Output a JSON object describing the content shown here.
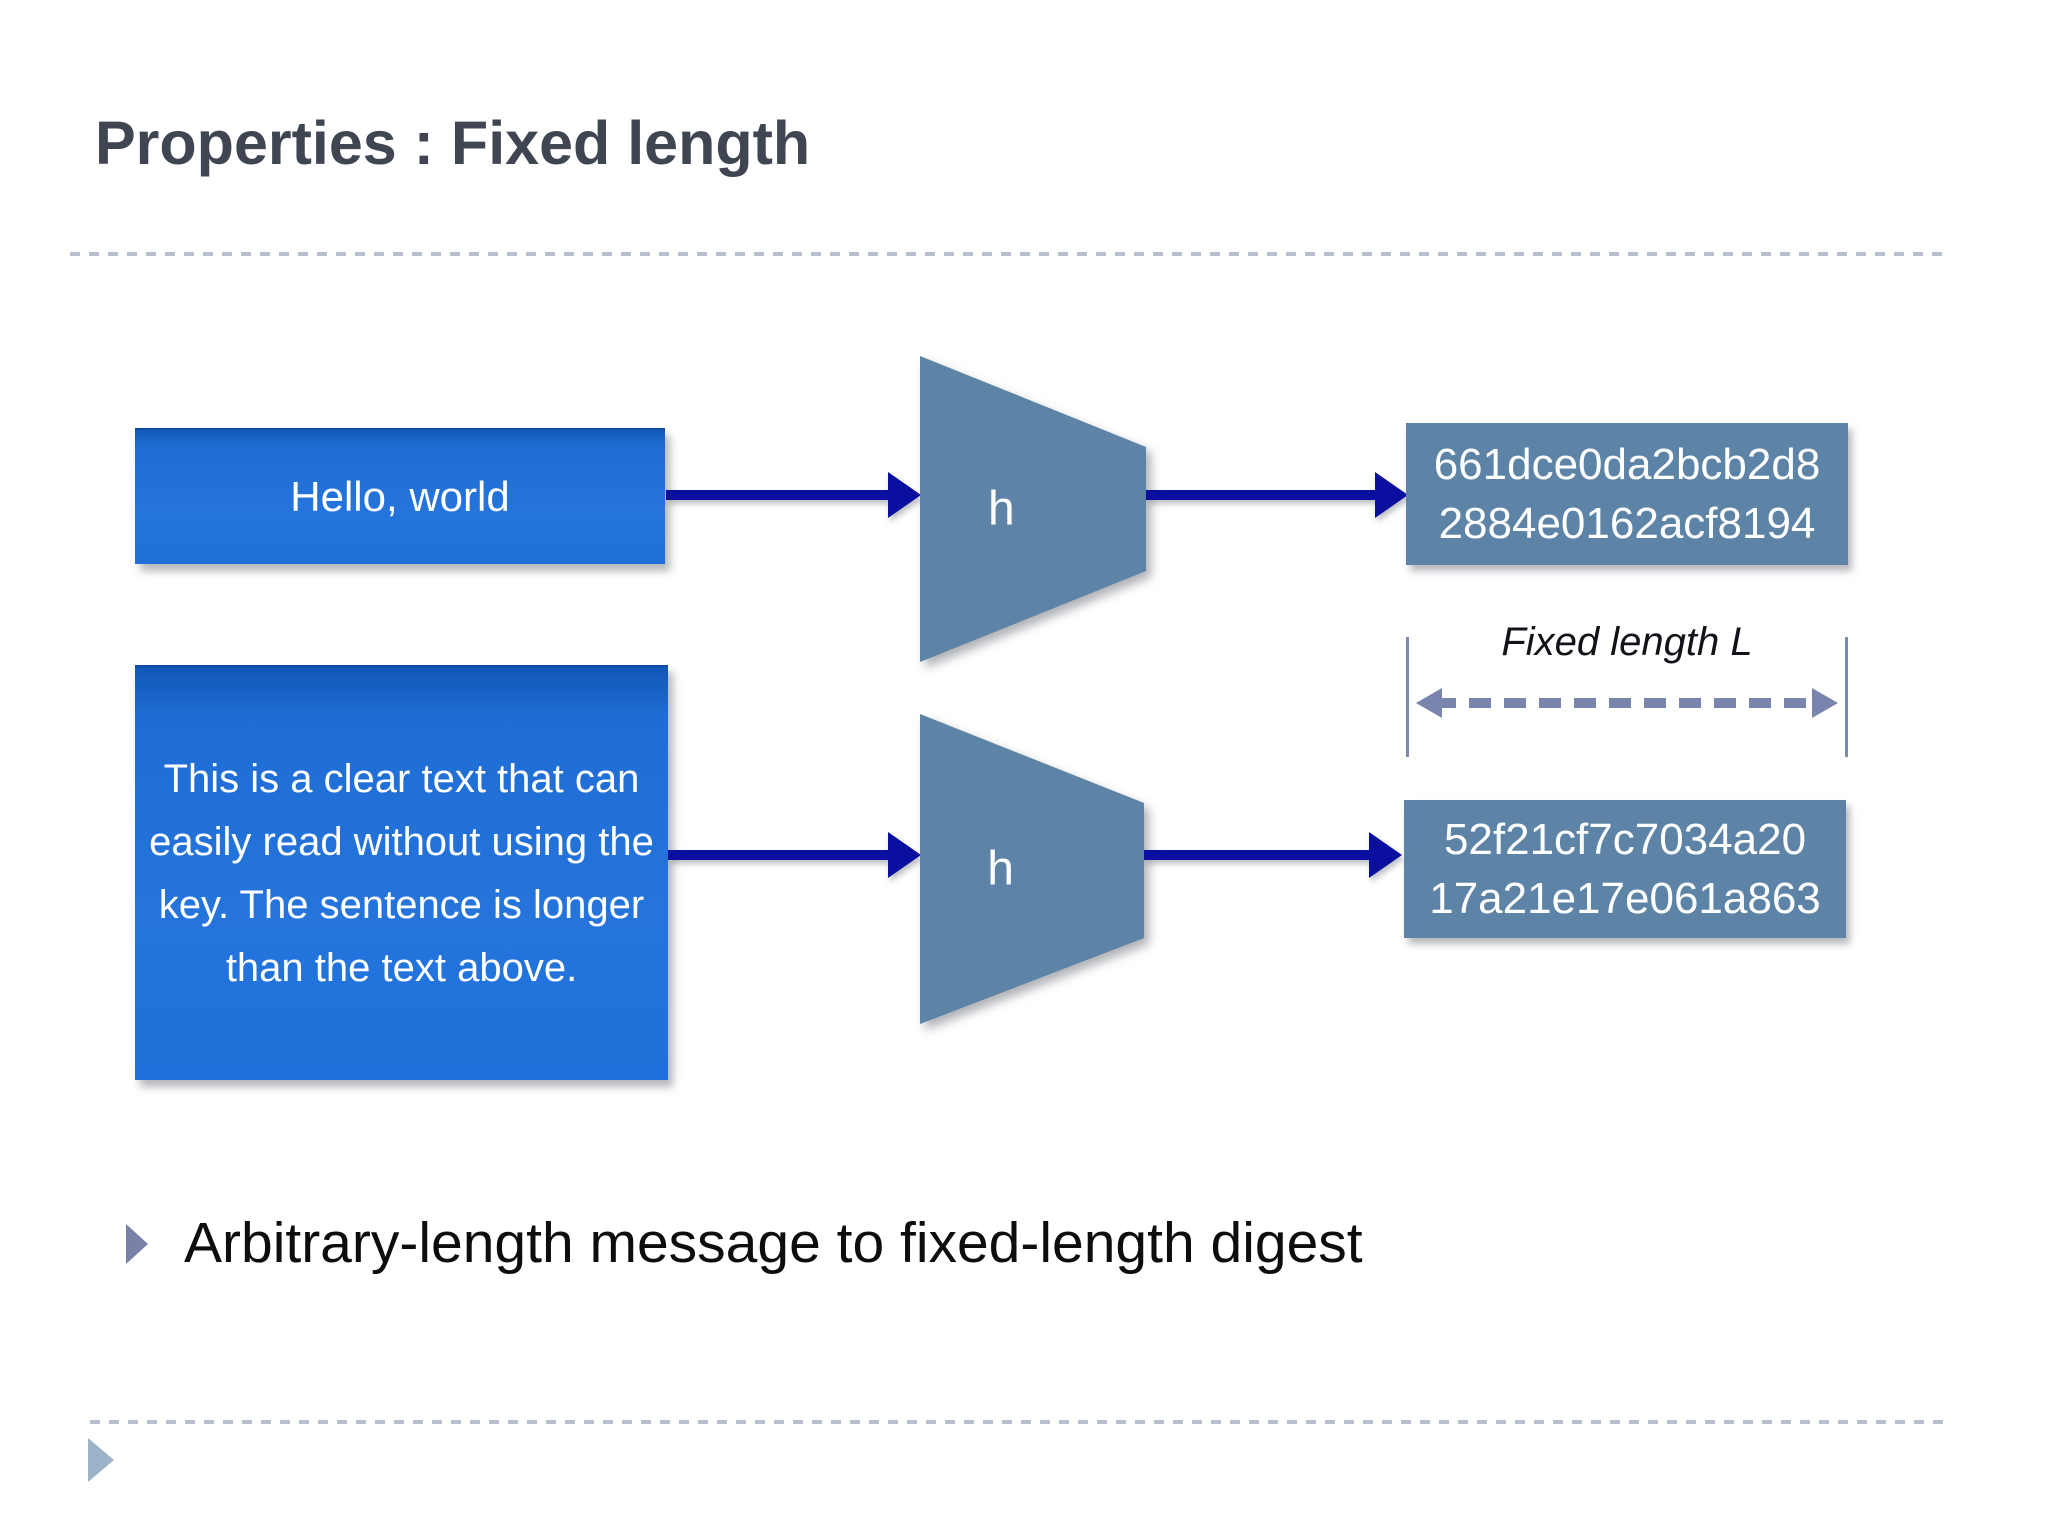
{
  "slide": {
    "title": "Properties : Fixed length",
    "bullet_text": "Arbitrary-length message to fixed-length digest",
    "fixed_length_label": "Fixed length L",
    "rows": [
      {
        "message": "Hello, world",
        "function_label": "h",
        "digest_line1": "661dce0da2bcb2d8",
        "digest_line2": "2884e0162acf8194"
      },
      {
        "message": "This is a clear text that can easily read without using the key.  The sentence is longer than the text above.",
        "function_label": "h",
        "digest_line1": "52f21cf7c7034a20",
        "digest_line2": "17a21e17e061a863"
      }
    ],
    "colors": {
      "message_box_blue": "#2272da",
      "digest_box_slate": "#5d84a6",
      "funnel_slate": "#5d84a6",
      "flow_arrow_navy": "#0b0fa0",
      "fixed_length_arrow": "#7a85ae",
      "divider_dash": "#b9c0cd",
      "title_text": "#404552",
      "bullet_marker": "#7b80a8",
      "corner_marker": "#9db3c9"
    }
  }
}
